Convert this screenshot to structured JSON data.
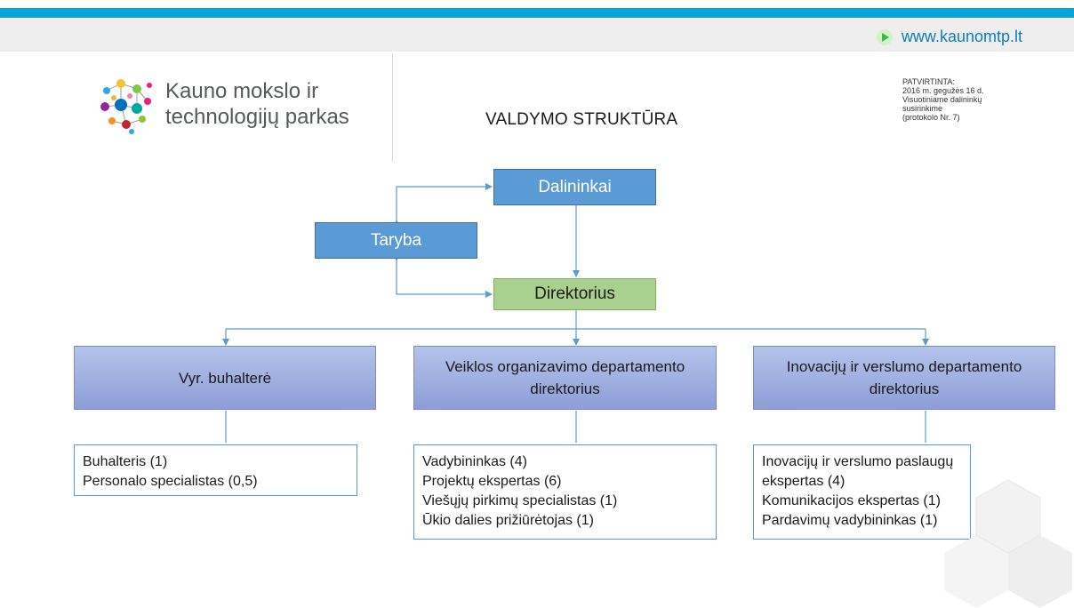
{
  "header": {
    "url": "www.kaunomtp.lt"
  },
  "logo": {
    "line1": "Kauno mokslo ir",
    "line2": "technologijų parkas"
  },
  "title": "VALDYMO STRUKTŪRA",
  "approval": {
    "lines": [
      "PATVIRTINTA:",
      "2016 m. gegužės 16 d.",
      "Visuotiniame dalininkų",
      "susirinkime",
      "(protokolo Nr. 7)"
    ]
  },
  "nodes": {
    "shareholders": "Dalininkai",
    "board": "Taryba",
    "director": "Direktorius",
    "chief_accountant": "Vyr. buhalterė",
    "operations_dept": "Veiklos organizavimo departamento direktorius",
    "innovation_dept": "Inovacijų ir verslumo departamento direktorius"
  },
  "staff": {
    "accounting": [
      "Buhalteris (1)",
      "Personalo specialistas (0,5)"
    ],
    "operations": [
      "Vadybininkas (4)",
      "Projektų ekspertas (6)",
      "Viešųjų pirkimų specialistas (1)",
      "Ūkio dalies prižiūrėtojas (1)"
    ],
    "innovation": [
      "Inovacijų ir verslumo paslaugų",
      "ekspertas (4)",
      "Komunikacijos ekspertas (1)",
      "Pardavimų vadybininkas (1)"
    ]
  },
  "colors": {
    "accent_bar": "#0aa3d9",
    "box_blue": "#5b9bd5",
    "box_green": "#a9d08e",
    "box_dept": "#9eaee0",
    "connector": "#5b9bd5"
  }
}
